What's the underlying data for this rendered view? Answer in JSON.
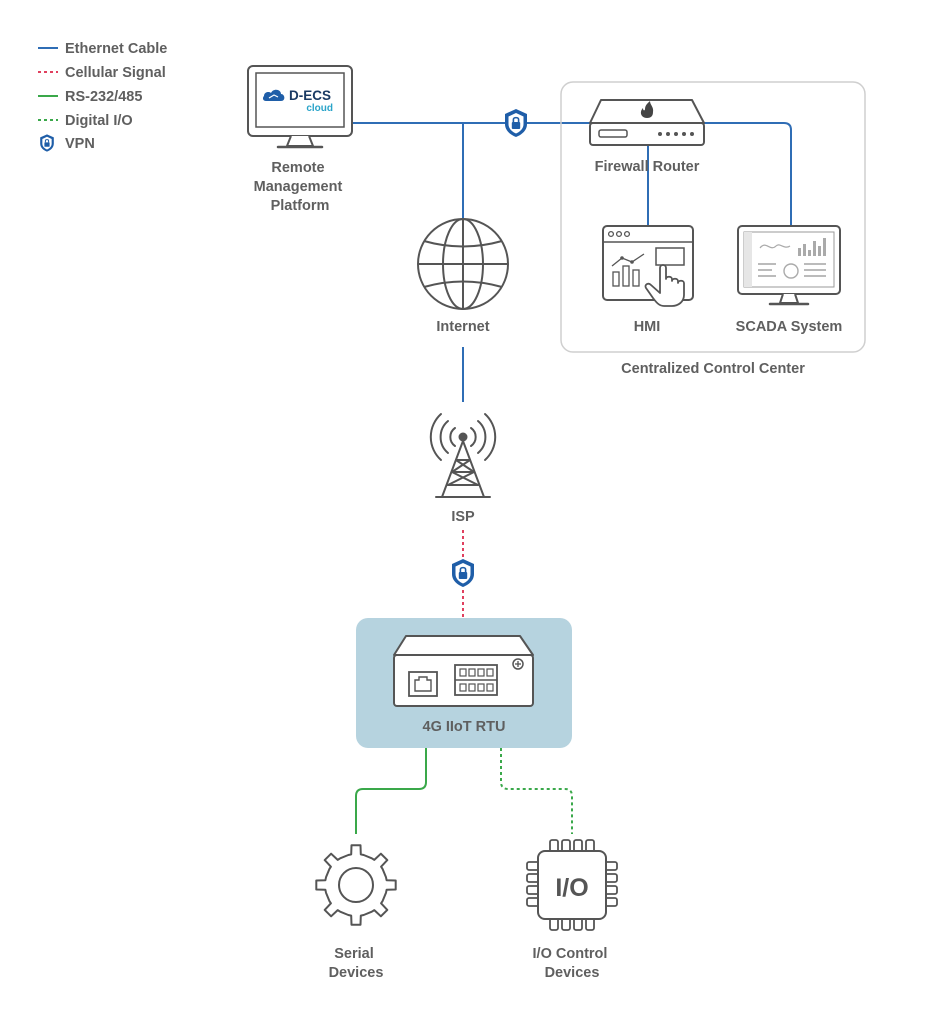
{
  "legend": {
    "ethernet": "Ethernet Cable",
    "cellular": "Cellular Signal",
    "serial": "RS-232/485",
    "digital": "Digital I/O",
    "vpn": "VPN"
  },
  "nodes": {
    "remote_platform": [
      "Remote",
      "Management",
      "Platform"
    ],
    "brand_name": "D-ECS",
    "brand_sub": "cloud",
    "firewall": "Firewall Router",
    "internet": "Internet",
    "hmi": "HMI",
    "scada": "SCADA System",
    "control_center": "Centralized Control Center",
    "isp": "ISP",
    "rtu": "4G IIoT RTU",
    "serial_devices": [
      "Serial",
      "Devices"
    ],
    "io_devices": [
      "I/O Control",
      "Devices"
    ],
    "io_chip_text": "I/O"
  },
  "colors": {
    "ethernet": "#2f6db5",
    "cellular": "#e0405f",
    "serial": "#3aa84a",
    "digital": "#3aa84a",
    "vpn": "#1f5ea8",
    "icon_stroke": "#555555",
    "rtu_box": "#b6d3df",
    "label": "#5f5f5f"
  }
}
